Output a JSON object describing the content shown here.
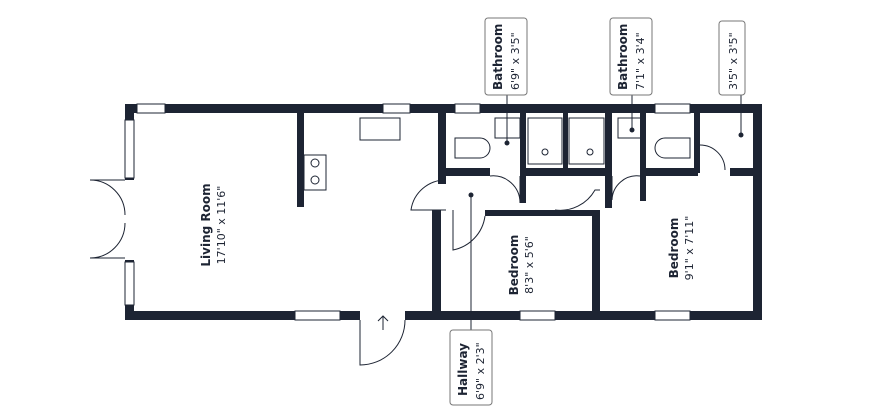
{
  "rooms": {
    "living_room": {
      "name": "Living Room",
      "dims": "17'10\" x 11'6\""
    },
    "bedroom_large": {
      "name": "Bedroom",
      "dims": "9'1\" x 7'11\""
    },
    "bedroom_small": {
      "name": "Bedroom",
      "dims": "8'3\" x 5'6\""
    },
    "hallway": {
      "name": "Hallway",
      "dims": "6'9\" x 2'3\""
    },
    "bathroom_1": {
      "name": "Bathroom",
      "dims": "6'9\" x 3'5\""
    },
    "bathroom_2": {
      "name": "Bathroom",
      "dims": "7'1\" x 3'4\""
    },
    "closet": {
      "dims": "3'5\" x 3'5\""
    }
  },
  "colors": {
    "wall": "#1d2433",
    "background": "#ffffff"
  }
}
